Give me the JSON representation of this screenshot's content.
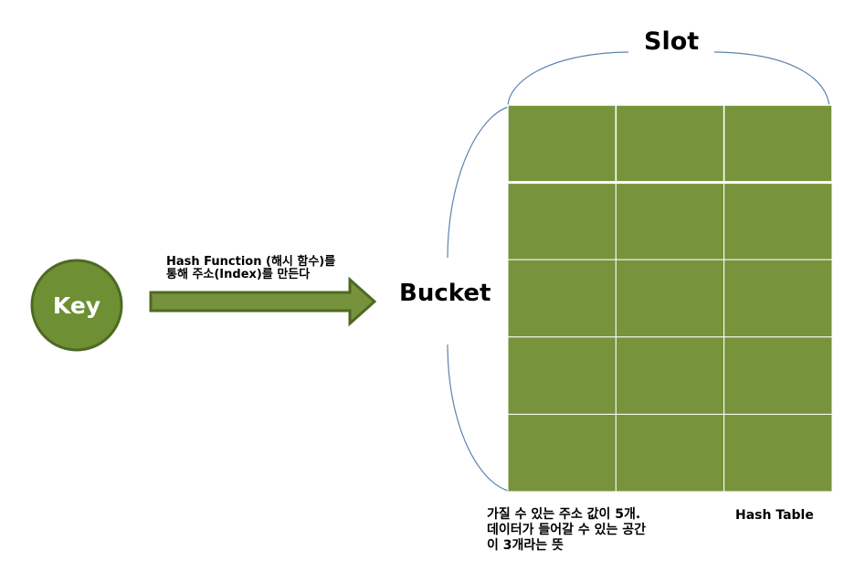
{
  "diagram": {
    "key_label": "Key",
    "hash_function_text": [
      "Hash Function (해시 함수)를",
      "통해 주소(Index)를 만든다"
    ],
    "bucket_label": "Bucket",
    "slot_label": "Slot",
    "table_caption": "Hash Table",
    "note_lines": [
      "가질 수 있는 주소 값이 5개.",
      "데이터가 들어갈 수 있는 공간",
      "이 3개라는 뜻"
    ],
    "table": {
      "rows": 5,
      "columns": 3
    },
    "colors": {
      "node_fill": "#6f8f35",
      "node_stroke": "#4e6a22",
      "arrow_fill": "#76923c",
      "arrow_stroke": "#4e6a22",
      "cell_fill": "#77933c",
      "grid_line": "#ffffff",
      "brace": "#5b84b1"
    }
  }
}
